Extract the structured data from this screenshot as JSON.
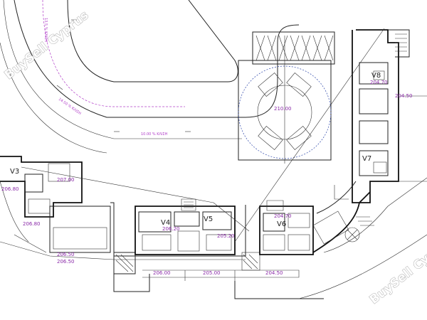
{
  "units": [
    {
      "key": "v3",
      "label": "V3"
    },
    {
      "key": "v4",
      "label": "V4"
    },
    {
      "key": "v5",
      "label": "V5"
    },
    {
      "key": "v6",
      "label": "V6"
    },
    {
      "key": "v7",
      "label": "V7"
    },
    {
      "key": "v8",
      "label": "V8"
    }
  ],
  "elevations": [
    {
      "key": "roundabout",
      "label": "210.00"
    },
    {
      "key": "v8",
      "label": "204.70"
    },
    {
      "key": "right_upper",
      "label": "204.50"
    },
    {
      "key": "v3_a",
      "label": "206.80"
    },
    {
      "key": "v3_b",
      "label": "207.00"
    },
    {
      "key": "left_lower",
      "label": "206.80"
    },
    {
      "key": "v4",
      "label": "206.20"
    },
    {
      "key": "v5",
      "label": "205.20"
    },
    {
      "key": "v6",
      "label": "204.70"
    },
    {
      "key": "bottom_a",
      "label": "206.50"
    },
    {
      "key": "bottom_b",
      "label": "206.50"
    },
    {
      "key": "bottom_c",
      "label": "206.00"
    },
    {
      "key": "bottom_d",
      "label": "205.00"
    },
    {
      "key": "bottom_e",
      "label": "204.50"
    }
  ],
  "road_notes": [
    {
      "key": "top",
      "label": "13.5 % ΚΛΙΣΗ"
    },
    {
      "key": "curve",
      "label": "14.50 % ΚΛΙΣΗ"
    },
    {
      "key": "straight",
      "label": "10.00 % ΚΛΙΣΗ"
    }
  ],
  "watermarks": [
    {
      "key": "top_left",
      "label": "BuySell Cyprus"
    },
    {
      "key": "bottom_right",
      "label": "BuySell Cyprus"
    }
  ],
  "colors": {
    "line": "#222222",
    "road_note": "#b03cc8",
    "elevation": "#8a2aa8",
    "roundabout": "#2a44a8"
  }
}
